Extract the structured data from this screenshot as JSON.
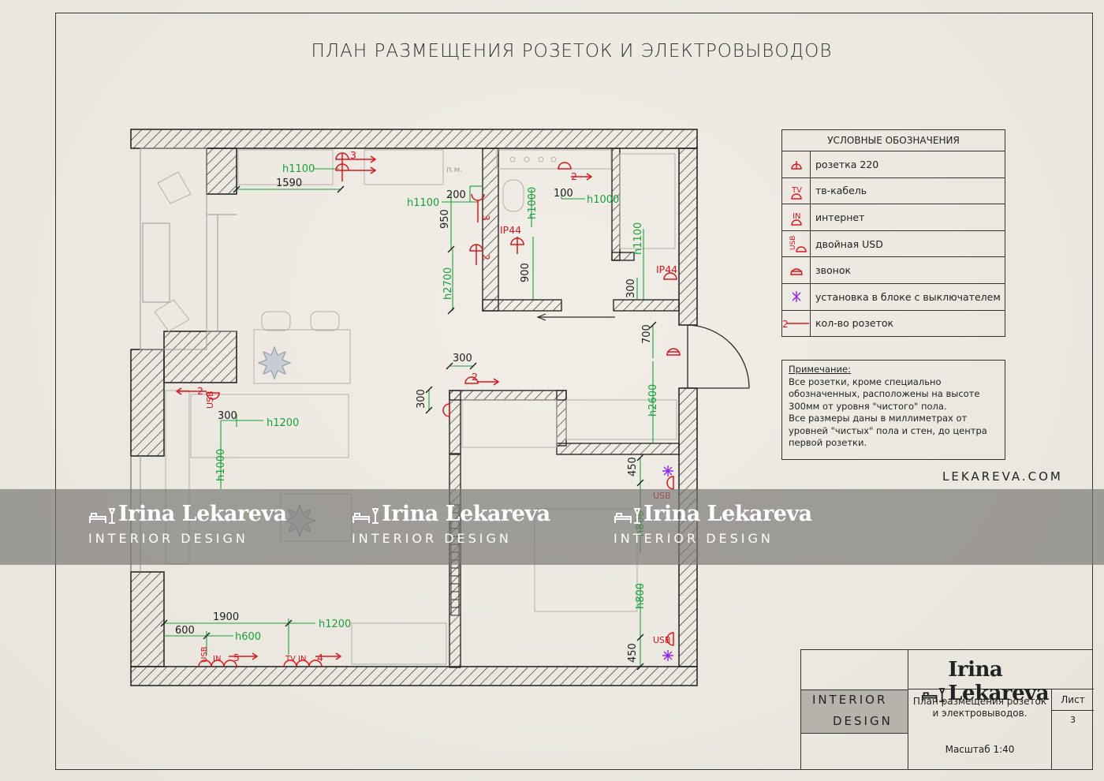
{
  "title": "ПЛАН РАЗМЕЩЕНИЯ РОЗЕТОК И ЭЛЕКТРОВЫВОДОВ",
  "legend": {
    "header": "УСЛОВНЫЕ ОБОЗНАЧЕНИЯ",
    "items": [
      {
        "icon": "socket-icon",
        "label": "розетка 220"
      },
      {
        "icon": "tv-socket-icon",
        "label": "тв-кабель"
      },
      {
        "icon": "internet-socket-icon",
        "label": "интернет"
      },
      {
        "icon": "usb-socket-icon",
        "label": "двойная USD"
      },
      {
        "icon": "doorbell-icon",
        "label": "звонок"
      },
      {
        "icon": "switch-block-icon",
        "label": "установка в блоке с выключателем"
      },
      {
        "icon": "socket-count-icon",
        "label": "кол-во розеток"
      }
    ],
    "count_sample": "2"
  },
  "note": {
    "heading": "Примечание:",
    "lines": [
      "Все розетки, кроме специально",
      "обозначенных, расположены на высоте",
      "300мм от уровня \"чистого\" пола.",
      "Все размеры даны в миллиметрах от",
      "уровней \"чистых\" пола и стен, до центра",
      "первой розетки."
    ]
  },
  "website": "LEKAREVA.COM",
  "watermark": {
    "name": "Irina Lekareva",
    "sub": "INTERIOR DESIGN"
  },
  "stamp": {
    "brand": "Irina Lekareva",
    "id_line1": "INTERIOR",
    "id_line2": "DESIGN",
    "desc_line1": "План размещения розеток",
    "desc_line2": "и электровыводов.",
    "sheet_label": "Лист",
    "sheet_number": "3",
    "scale": "Масштаб 1:40"
  },
  "plan": {
    "dims": {
      "d1590": "1590",
      "h1100a": "h1100",
      "h1100b": "h1100",
      "d200": "200",
      "d950": "950",
      "h2700": "h2700",
      "h1000a": "h1000",
      "d100": "100",
      "h1000b": "h1000",
      "d900": "900",
      "h1100c": "h1100",
      "d300a": "300",
      "d700": "700",
      "h2600": "h2600",
      "d300b": "300",
      "d300c": "300",
      "d300d": "300",
      "h1200a": "h1200",
      "h1000c": "h1000",
      "d450a": "450",
      "h800a": "h800",
      "h800b": "h800",
      "d450b": "450",
      "d1900": "1900",
      "d600": "600",
      "h600": "h600",
      "h1200b": "h1200",
      "pm": "п.м."
    },
    "tags": {
      "ip44a": "IP44",
      "ip44b": "IP44",
      "usb": "USB",
      "tv": "TV",
      "in": "IN",
      "n3a": "3",
      "n3b": "3",
      "n2a": "2",
      "n2b": "2",
      "n2c": "2",
      "n2d": "2",
      "n5": "5",
      "n4": "4"
    }
  },
  "colors": {
    "annotation_red": "#e0141c",
    "dimension_green": "#17a13a",
    "wall": "#333333",
    "accent_purple": "#8a2be2"
  }
}
